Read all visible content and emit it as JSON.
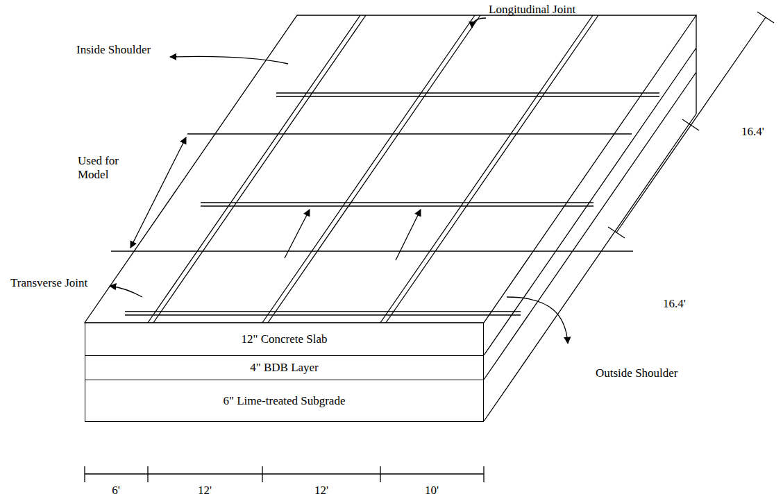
{
  "diagram": {
    "nodes": [
      {
        "text": [
          "12\" Concrete Slab"
        ]
      },
      {
        "text": [
          "4\" BDB Layer"
        ]
      },
      {
        "text": [
          "6\" Lime-treated Subgrade"
        ]
      }
    ],
    "labels": [
      "Longitudinal Joint",
      "Inside Shoulder",
      "Used for Model",
      "Transverse Joint",
      "Outside Shoulder",
      "16.4'",
      "16.4'",
      "6'",
      "12'",
      "12'",
      "10'"
    ]
  }
}
